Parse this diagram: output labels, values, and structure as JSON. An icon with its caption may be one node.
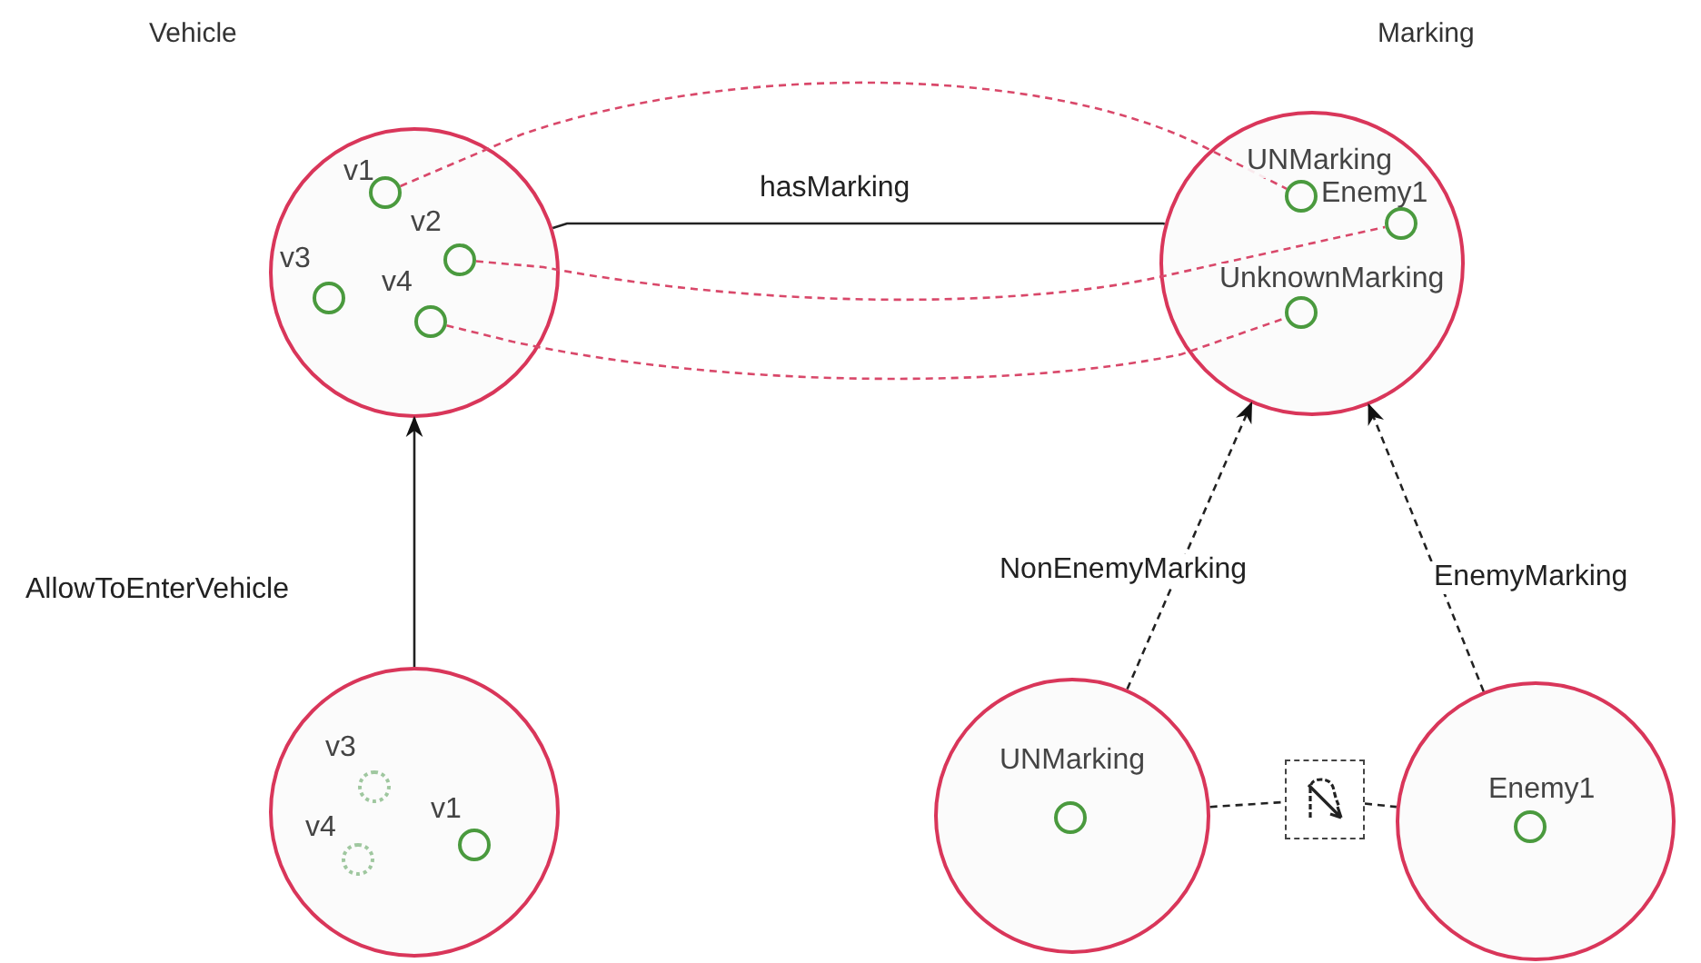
{
  "diagram": {
    "nodes": [
      {
        "text": [
          "Vehicle"
        ]
      },
      {
        "text": [
          "v1"
        ],
        "in": 0
      },
      {
        "text": [
          "v2"
        ],
        "in": 0
      },
      {
        "text": [
          "v3"
        ],
        "in": 0
      },
      {
        "text": [
          "v4"
        ],
        "in": 0
      },
      {
        "text": [
          "Marking"
        ]
      },
      {
        "text": [
          "UNMarking"
        ],
        "in": 5
      },
      {
        "text": [
          "Enemy1"
        ],
        "in": 5
      },
      {
        "text": [
          "UnknownMarking"
        ],
        "in": 5
      },
      {
        "text": [],
        "shape": "circle"
      },
      {
        "text": [
          "v3"
        ],
        "in": 9
      },
      {
        "text": [
          "v4"
        ],
        "in": 9
      },
      {
        "text": [
          "v1"
        ],
        "in": 9
      },
      {
        "text": [],
        "shape": "circle"
      },
      {
        "text": [
          "UNMarking"
        ],
        "in": 13
      },
      {
        "text": [],
        "shape": "box"
      },
      {
        "text": [],
        "shape": "circle"
      },
      {
        "text": [
          "Enemy1"
        ],
        "in": 16
      }
    ],
    "edges": [
      {
        "from": 0,
        "to": 5,
        "arrow": "none",
        "label": "hasMarking"
      },
      {
        "from": 1,
        "to": 6,
        "arrow": "none",
        "style": "dashed",
        "color": "#d9486a"
      },
      {
        "from": 2,
        "to": 7,
        "arrow": "none",
        "style": "dashed",
        "color": "#d9486a"
      },
      {
        "from": 4,
        "to": 8,
        "arrow": "none",
        "style": "dashed",
        "color": "#d9486a"
      },
      {
        "from": 9,
        "to": 0,
        "arrow": "to",
        "label": "AllowToEnterVehicle"
      },
      {
        "from": 13,
        "to": 5,
        "arrow": "to",
        "style": "dashed",
        "label": "NonEnemyMarking"
      },
      {
        "from": 16,
        "to": 5,
        "arrow": "to",
        "style": "dashed",
        "label": "EnemyMarking"
      },
      {
        "from": 13,
        "to": 15,
        "arrow": "none",
        "style": "dashed"
      },
      {
        "from": 15,
        "to": 16,
        "arrow": "none",
        "style": "dashed"
      }
    ]
  }
}
